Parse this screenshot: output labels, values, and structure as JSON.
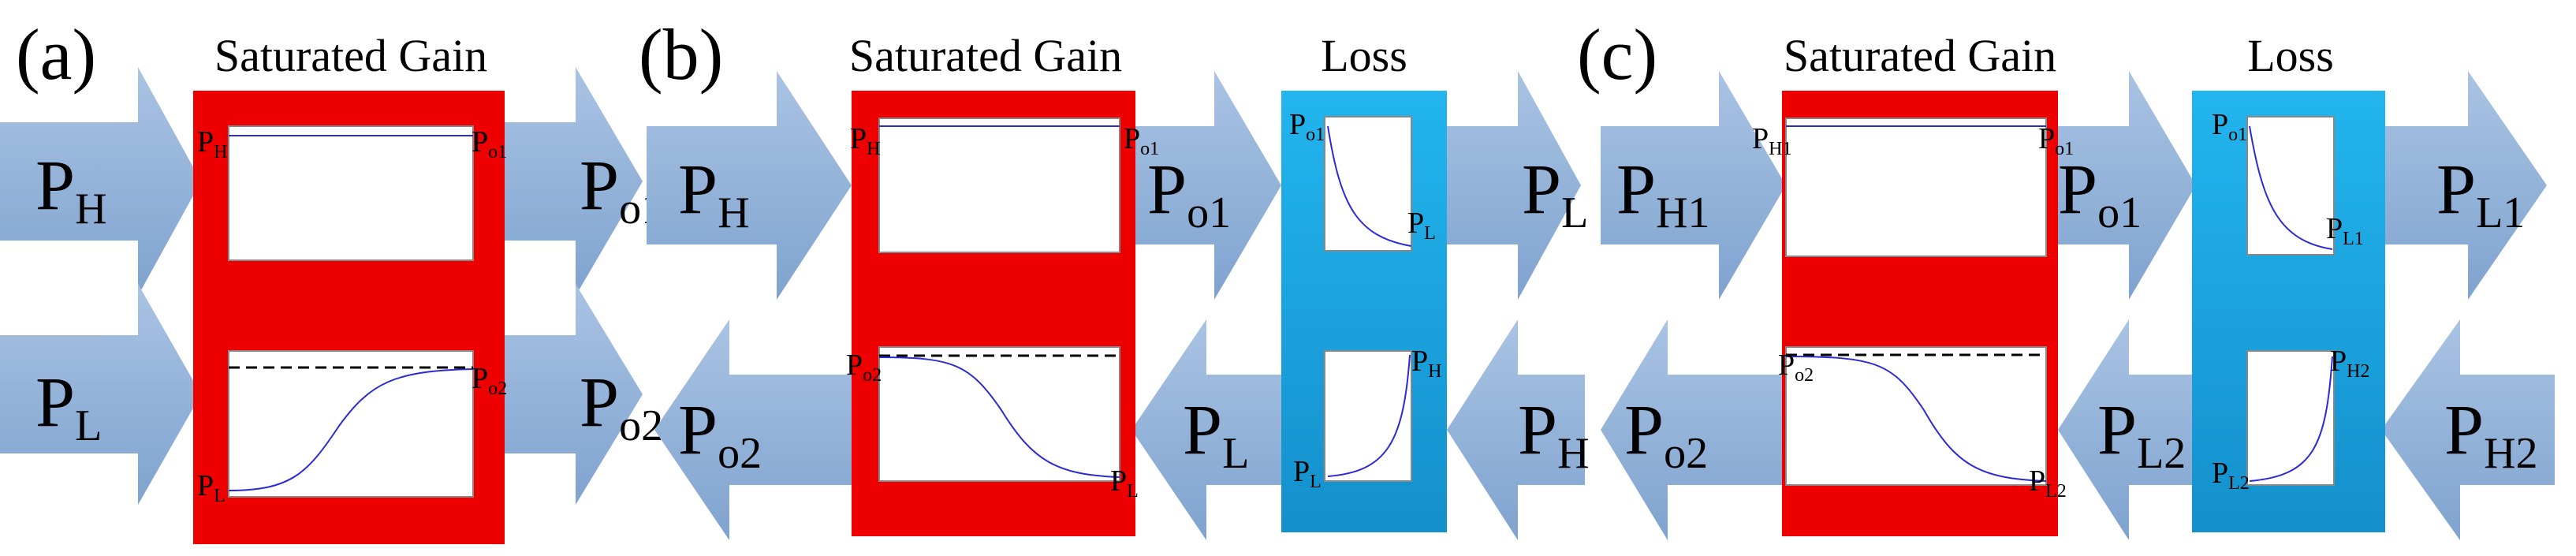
{
  "panels": [
    {
      "letter": "(a)",
      "gain_title": "Saturated Gain",
      "top": {
        "in_main": "P",
        "in_sub": "H",
        "out_main": "P",
        "out_sub": "o1",
        "plot_left_main": "P",
        "plot_left_sub": "H",
        "plot_right_main": "P",
        "plot_right_sub": "o1"
      },
      "bottom": {
        "in_main": "P",
        "in_sub": "L",
        "out_main": "P",
        "out_sub": "o2",
        "plot_left_main": "P",
        "plot_left_sub": "L",
        "plot_right_main": "P",
        "plot_right_sub": "o2"
      }
    },
    {
      "letter": "(b)",
      "gain_title": "Saturated Gain",
      "loss_title": "Loss",
      "top": {
        "in_main": "P",
        "in_sub": "H",
        "mid_main": "P",
        "mid_sub": "o1",
        "out_main": "P",
        "out_sub": "L",
        "gain_left_main": "P",
        "gain_left_sub": "H",
        "gain_right_main": "P",
        "gain_right_sub": "o1",
        "loss_top_main": "P",
        "loss_top_sub": "o1",
        "loss_bottom_main": "P",
        "loss_bottom_sub": "L"
      },
      "bottom": {
        "out_main": "P",
        "out_sub": "o2",
        "mid_main": "P",
        "mid_sub": "L",
        "in_main": "P",
        "in_sub": "H",
        "gain_left_main": "P",
        "gain_left_sub": "o2",
        "gain_right_main": "P",
        "gain_right_sub": "L",
        "loss_top_main": "P",
        "loss_top_sub": "H",
        "loss_bottom_main": "P",
        "loss_bottom_sub": "L"
      }
    },
    {
      "letter": "(c)",
      "gain_title": "Saturated Gain",
      "loss_title": "Loss",
      "top": {
        "in_main": "P",
        "in_sub": "H1",
        "mid_main": "P",
        "mid_sub": "o1",
        "out_main": "P",
        "out_sub": "L1",
        "gain_left_main": "P",
        "gain_left_sub": "H1",
        "gain_right_main": "P",
        "gain_right_sub": "o1",
        "loss_top_main": "P",
        "loss_top_sub": "o1",
        "loss_bottom_main": "P",
        "loss_bottom_sub": "L1"
      },
      "bottom": {
        "out_main": "P",
        "out_sub": "o2",
        "mid_main": "P",
        "mid_sub": "L2",
        "in_main": "P",
        "in_sub": "H2",
        "gain_left_main": "P",
        "gain_left_sub": "o2",
        "gain_right_main": "P",
        "gain_right_sub": "L2",
        "loss_top_main": "P",
        "loss_top_sub": "H2",
        "loss_bottom_main": "P",
        "loss_bottom_sub": "L2"
      }
    }
  ],
  "colors": {
    "gain_block": "#ee0000",
    "loss_block": "#1aa6e0",
    "arrow": "#8fb0d8",
    "curve": "#2a2ad8",
    "dashed": "#000000"
  }
}
